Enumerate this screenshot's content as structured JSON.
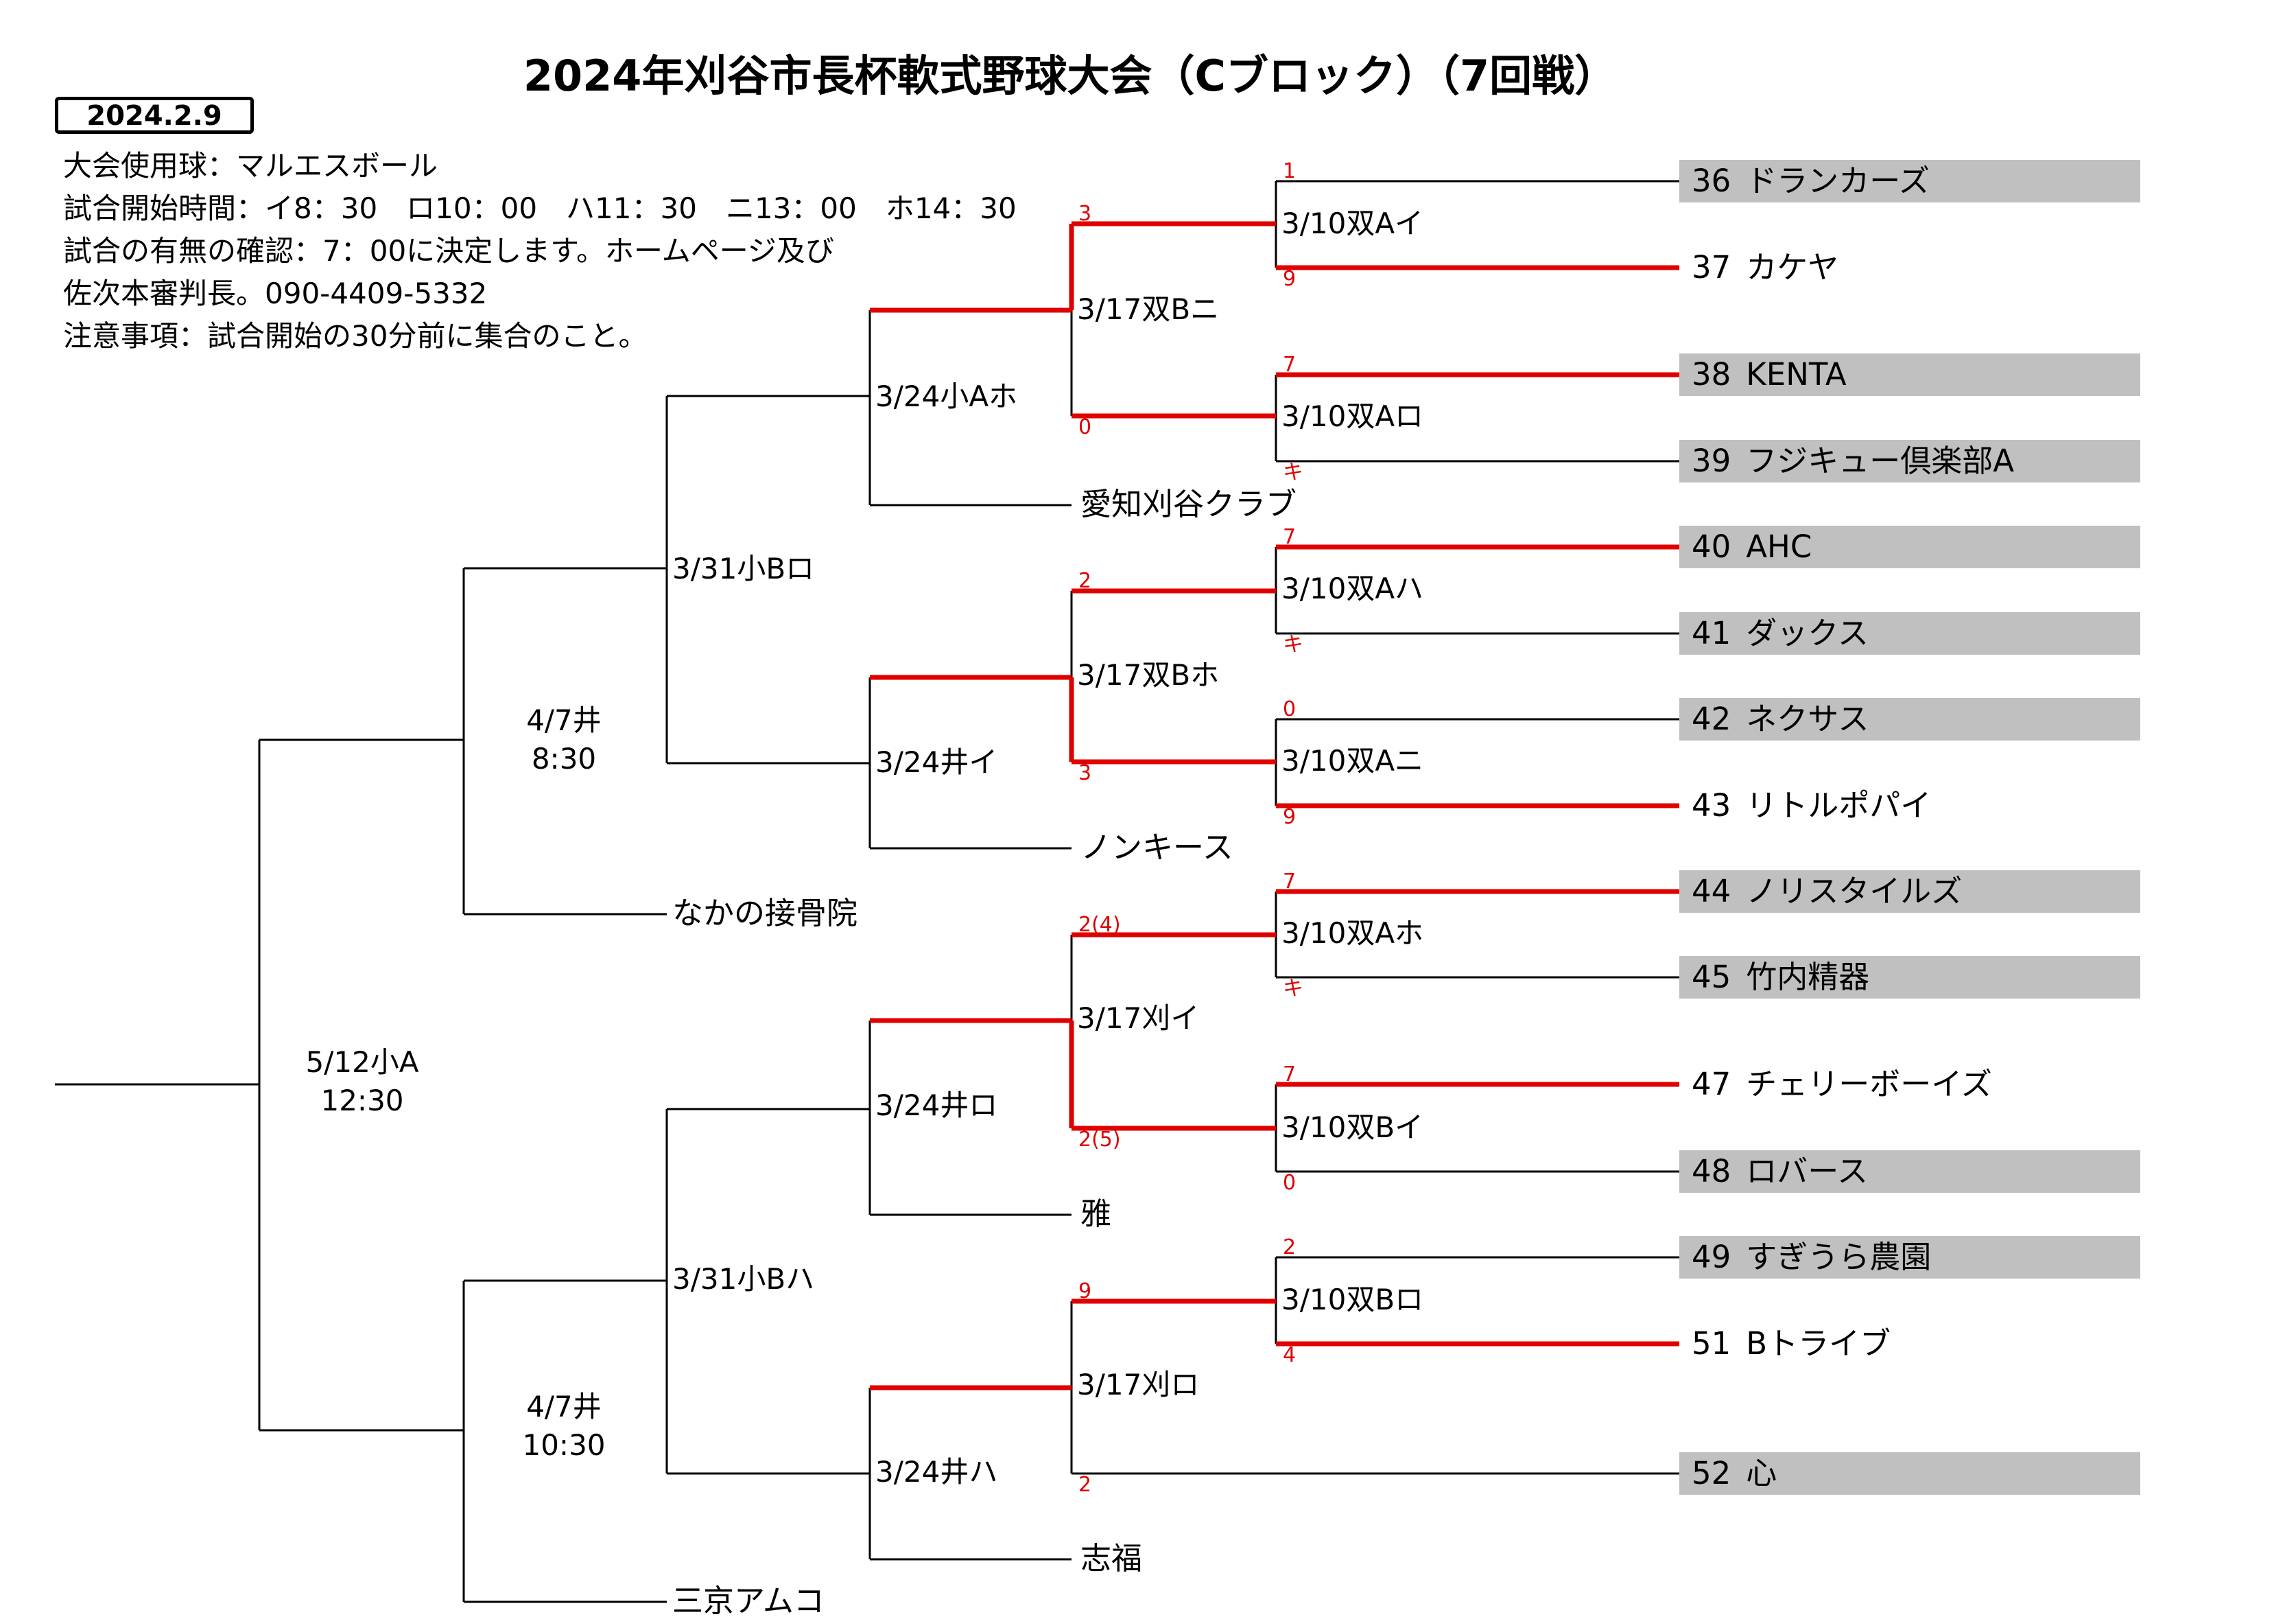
{
  "title": "2024年刈谷市長杯軟式野球大会（Cブロック）（7回戦）",
  "date": "2024.2.9",
  "info": [
    "大会使用球：マルエスボール",
    "試合開始時間：イ8：30　ロ10：00　ハ11：30　ニ13：00　ホ14：30",
    "試合の有無の確認：7：00に決定します。ホームページ及び",
    "佐次本審判長。090-4409-5332",
    "注意事項：試合開始の30分前に集合のこと。"
  ],
  "teams": [
    {
      "num": "36",
      "name": "ドランカーズ"
    },
    {
      "num": "37",
      "name": "カケヤ"
    },
    {
      "num": "38",
      "name": "KENTA"
    },
    {
      "num": "39",
      "name": "フジキュー倶楽部A"
    },
    {
      "num": "40",
      "name": "AHC"
    },
    {
      "num": "41",
      "name": "ダックス"
    },
    {
      "num": "42",
      "name": "ネクサス"
    },
    {
      "num": "43",
      "name": "リトルポパイ"
    },
    {
      "num": "44",
      "name": "ノリスタイルズ"
    },
    {
      "num": "45",
      "name": "竹内精器"
    },
    {
      "num": "47",
      "name": "チェリーボーイズ"
    },
    {
      "num": "48",
      "name": "ロバース"
    },
    {
      "num": "49",
      "name": "すぎうら農園"
    },
    {
      "num": "51",
      "name": "Bトライブ"
    },
    {
      "num": "52",
      "name": "心"
    }
  ],
  "seeded": {
    "aichi_kariya": "愛知刈谷クラブ",
    "non_kiss": "ノンキース",
    "nakano": "なかの接骨院",
    "miyabi": "雅",
    "shifuku": "志福",
    "sankyo": "三京アムコ"
  },
  "matches": {
    "r1": [
      "3/10双Aイ",
      "3/10双Aロ",
      "3/10双Aハ",
      "3/10双Aニ",
      "3/10双Aホ",
      "3/10双Bイ",
      "3/10双Bロ"
    ],
    "r2": [
      "3/17双Bニ",
      "3/17双Bホ",
      "3/17刈イ",
      "3/17刈ロ"
    ],
    "r3": [
      "3/24小Aホ",
      "3/24井イ",
      "3/24井ロ",
      "3/24井ハ"
    ],
    "r4": [
      "3/31小Bロ",
      "3/31小Bハ"
    ],
    "r5": [
      {
        "date": "4/7井",
        "time": "8:30"
      },
      {
        "date": "4/7井",
        "time": "10:30"
      }
    ],
    "final": {
      "date": "5/12小A",
      "time": "12:30"
    }
  },
  "scores": {
    "r1_a": [
      "1",
      "9"
    ],
    "r1_b": [
      "7",
      "キ"
    ],
    "r1_c": [
      "7",
      "キ"
    ],
    "r1_d": [
      "0",
      "9"
    ],
    "r1_e": [
      "7",
      "キ"
    ],
    "r1_f": [
      "7",
      "0"
    ],
    "r1_g": [
      "2",
      "4"
    ],
    "r2_a": [
      "3",
      "0"
    ],
    "r2_b": [
      "2",
      "3"
    ],
    "r2_c": [
      "2(4)",
      "2(5)"
    ],
    "r2_d": [
      "9",
      "2"
    ]
  },
  "colors": {
    "win_line": "#e00000",
    "line": "#000000",
    "team_bg": "#c0c0c0",
    "score": "#e00000"
  }
}
